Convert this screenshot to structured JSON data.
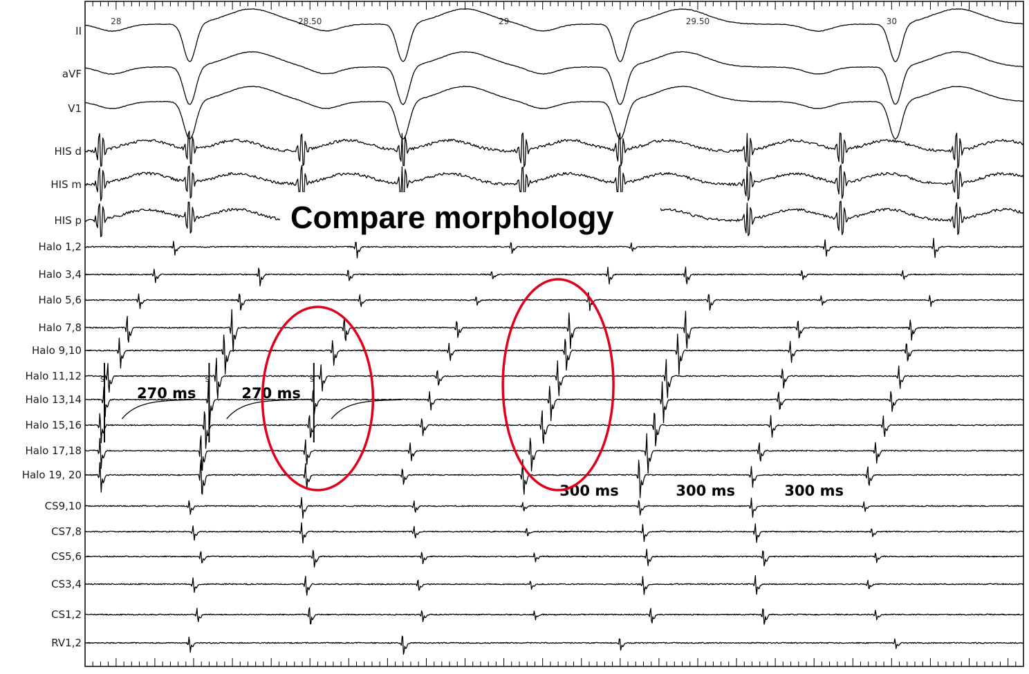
{
  "chart_data": {
    "type": "line",
    "title": "",
    "xlabel": "",
    "ylabel": "",
    "xlim": [
      27.92,
      30.34
    ],
    "time_ticks": [
      "28",
      "28.50",
      "29",
      "29.50",
      "30"
    ],
    "callout": "Compare morphology",
    "stimulus_marker": "S",
    "channels": [
      {
        "name": "II",
        "kind": "surface",
        "qrs": [
          28.19,
          28.74,
          29.3,
          30.01
        ]
      },
      {
        "name": "aVF",
        "kind": "surface",
        "qrs": [
          28.19,
          28.74,
          29.3,
          30.01
        ]
      },
      {
        "name": "V1",
        "kind": "surface",
        "qrs": [
          28.19,
          28.74,
          29.3,
          30.01
        ]
      },
      {
        "name": "HIS d",
        "kind": "his",
        "events": [
          27.96,
          28.19,
          28.48,
          28.74,
          29.05,
          29.3,
          29.63,
          29.87,
          30.17
        ]
      },
      {
        "name": "HIS m",
        "kind": "his",
        "events": [
          27.96,
          28.19,
          28.48,
          28.74,
          29.05,
          29.3,
          29.63,
          29.87,
          30.17
        ]
      },
      {
        "name": "HIS p",
        "kind": "his",
        "events": [
          27.96,
          28.19,
          28.48,
          28.74,
          29.05,
          29.3,
          29.63,
          29.87,
          30.17
        ]
      },
      {
        "name": "Halo 1,2",
        "kind": "egm",
        "events": [
          28.15,
          28.62,
          29.02,
          29.33,
          29.83,
          30.11
        ]
      },
      {
        "name": "Halo 3,4",
        "kind": "egm",
        "events": [
          28.1,
          28.37,
          28.6,
          28.97,
          29.27,
          29.47,
          29.77,
          30.03
        ]
      },
      {
        "name": "Halo 5,6",
        "kind": "egm",
        "events": [
          28.06,
          28.32,
          28.63,
          28.93,
          29.22,
          29.53,
          29.82,
          30.1
        ]
      },
      {
        "name": "Halo 7,8",
        "kind": "egm",
        "events": [
          28.03,
          28.3,
          28.59,
          28.88,
          29.17,
          29.47,
          29.76,
          30.05
        ]
      },
      {
        "name": "Halo 9,10",
        "kind": "egm",
        "events": [
          28.01,
          28.28,
          28.56,
          28.86,
          29.16,
          29.45,
          29.74,
          30.04
        ]
      },
      {
        "name": "Halo 11,12",
        "kind": "egm",
        "events": [
          27.98,
          28.26,
          28.53,
          28.83,
          29.14,
          29.42,
          29.72,
          30.02
        ]
      },
      {
        "name": "Halo 13,14",
        "kind": "egm",
        "events": [
          27.97,
          28.24,
          28.51,
          28.81,
          29.12,
          29.41,
          29.71,
          30.0
        ]
      },
      {
        "name": "Halo 15,16",
        "kind": "egm",
        "events": [
          27.96,
          28.23,
          28.5,
          28.79,
          29.1,
          29.39,
          29.69,
          29.98
        ]
      },
      {
        "name": "Halo 17,18",
        "kind": "egm",
        "events": [
          27.96,
          28.22,
          28.49,
          28.76,
          29.07,
          29.37,
          29.66,
          29.96
        ]
      },
      {
        "name": "Halo 19, 20",
        "kind": "egm",
        "events": [
          27.96,
          28.22,
          28.49,
          28.74,
          29.05,
          29.35,
          29.64,
          29.94
        ]
      },
      {
        "name": "CS9,10",
        "kind": "egm",
        "events": [
          28.19,
          28.48,
          28.77,
          29.05,
          29.35,
          29.64,
          29.93
        ]
      },
      {
        "name": "CS7,8",
        "kind": "egm",
        "events": [
          28.2,
          28.48,
          28.77,
          29.06,
          29.36,
          29.65,
          29.95
        ]
      },
      {
        "name": "CS5,6",
        "kind": "egm",
        "events": [
          28.22,
          28.51,
          28.79,
          29.08,
          29.37,
          29.67,
          29.96
        ]
      },
      {
        "name": "CS3,4",
        "kind": "egm",
        "events": [
          28.2,
          28.49,
          28.78,
          29.07,
          29.36,
          29.65,
          29.94
        ]
      },
      {
        "name": "CS1,2",
        "kind": "egm",
        "events": [
          28.21,
          28.5,
          28.79,
          29.08,
          29.38,
          29.67,
          29.96
        ]
      },
      {
        "name": "RV1,2",
        "kind": "ventricular",
        "events": [
          28.19,
          28.74,
          29.3,
          30.01
        ]
      }
    ],
    "stimuli": [
      27.97,
      28.24,
      28.51
    ],
    "intervals": [
      {
        "label": "270 ms",
        "x": 28.13
      },
      {
        "label": "270 ms",
        "x": 28.4
      },
      {
        "label": "300 ms",
        "x": 29.22
      },
      {
        "label": "300 ms",
        "x": 29.52
      },
      {
        "label": "300 ms",
        "x": 29.8
      }
    ],
    "highlight_windows": [
      {
        "x_center": 28.52,
        "channels": [
          "Halo 7,8",
          "Halo 19, 20"
        ]
      },
      {
        "x_center": 29.14,
        "channels": [
          "Halo 5,6",
          "Halo 19, 20"
        ]
      }
    ],
    "grid": false
  }
}
